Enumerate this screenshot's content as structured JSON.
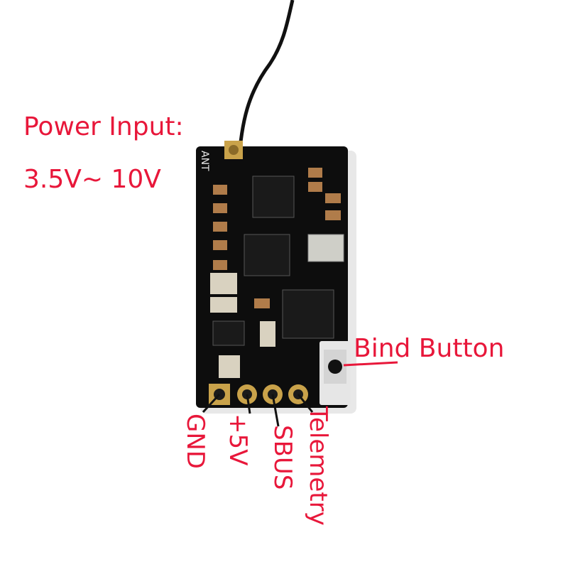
{
  "labels": {
    "power_input_title": "Power Input:",
    "power_input_range": "3.5V~ 10V",
    "bind_button": "Bind Button",
    "gnd": "GND",
    "plus5v": "+5V",
    "sbus": "SBUS",
    "telemetry": "Telemetry"
  },
  "board_silkscreen": {
    "antenna_label": "ANT"
  },
  "colors": {
    "annotation": "#e8173a",
    "pcb": "#0d0d0d",
    "background": "#ffffff",
    "pad_gold": "#c9a24a"
  }
}
